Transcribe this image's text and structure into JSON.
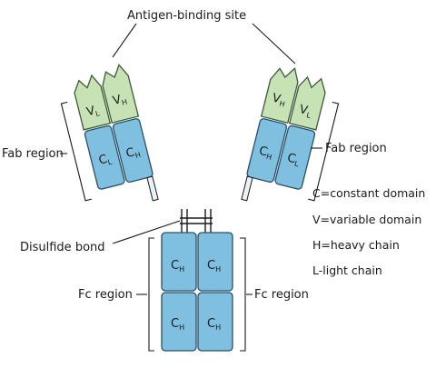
{
  "labels": {
    "antigen_binding_site": "Antigen-binding site",
    "fab_region_left": "Fab region",
    "fab_region_right": "Fab region",
    "disulfide_bond": "Disulfide bond",
    "fc_region_left": "Fc region",
    "fc_region_right": "Fc region"
  },
  "domains": {
    "fab_left": {
      "vl": {
        "main": "V",
        "sub": "L"
      },
      "vh": {
        "main": "V",
        "sub": "H"
      },
      "cl": {
        "main": "C",
        "sub": "L"
      },
      "ch": {
        "main": "C",
        "sub": "H"
      }
    },
    "fab_right": {
      "vh": {
        "main": "V",
        "sub": "H"
      },
      "vl": {
        "main": "V",
        "sub": "L"
      },
      "ch": {
        "main": "C",
        "sub": "H"
      },
      "cl": {
        "main": "C",
        "sub": "L"
      }
    },
    "fc": {
      "ch_top_left": {
        "main": "C",
        "sub": "H"
      },
      "ch_top_right": {
        "main": "C",
        "sub": "H"
      },
      "ch_bottom_left": {
        "main": "C",
        "sub": "H"
      },
      "ch_bottom_right": {
        "main": "C",
        "sub": "H"
      }
    }
  },
  "legend": [
    "C=constant domain",
    "V=variable domain",
    "H=heavy chain",
    "L-light chain"
  ],
  "colors": {
    "constant_domain": "#7fbfdf",
    "variable_domain": "#c7e3b5"
  }
}
